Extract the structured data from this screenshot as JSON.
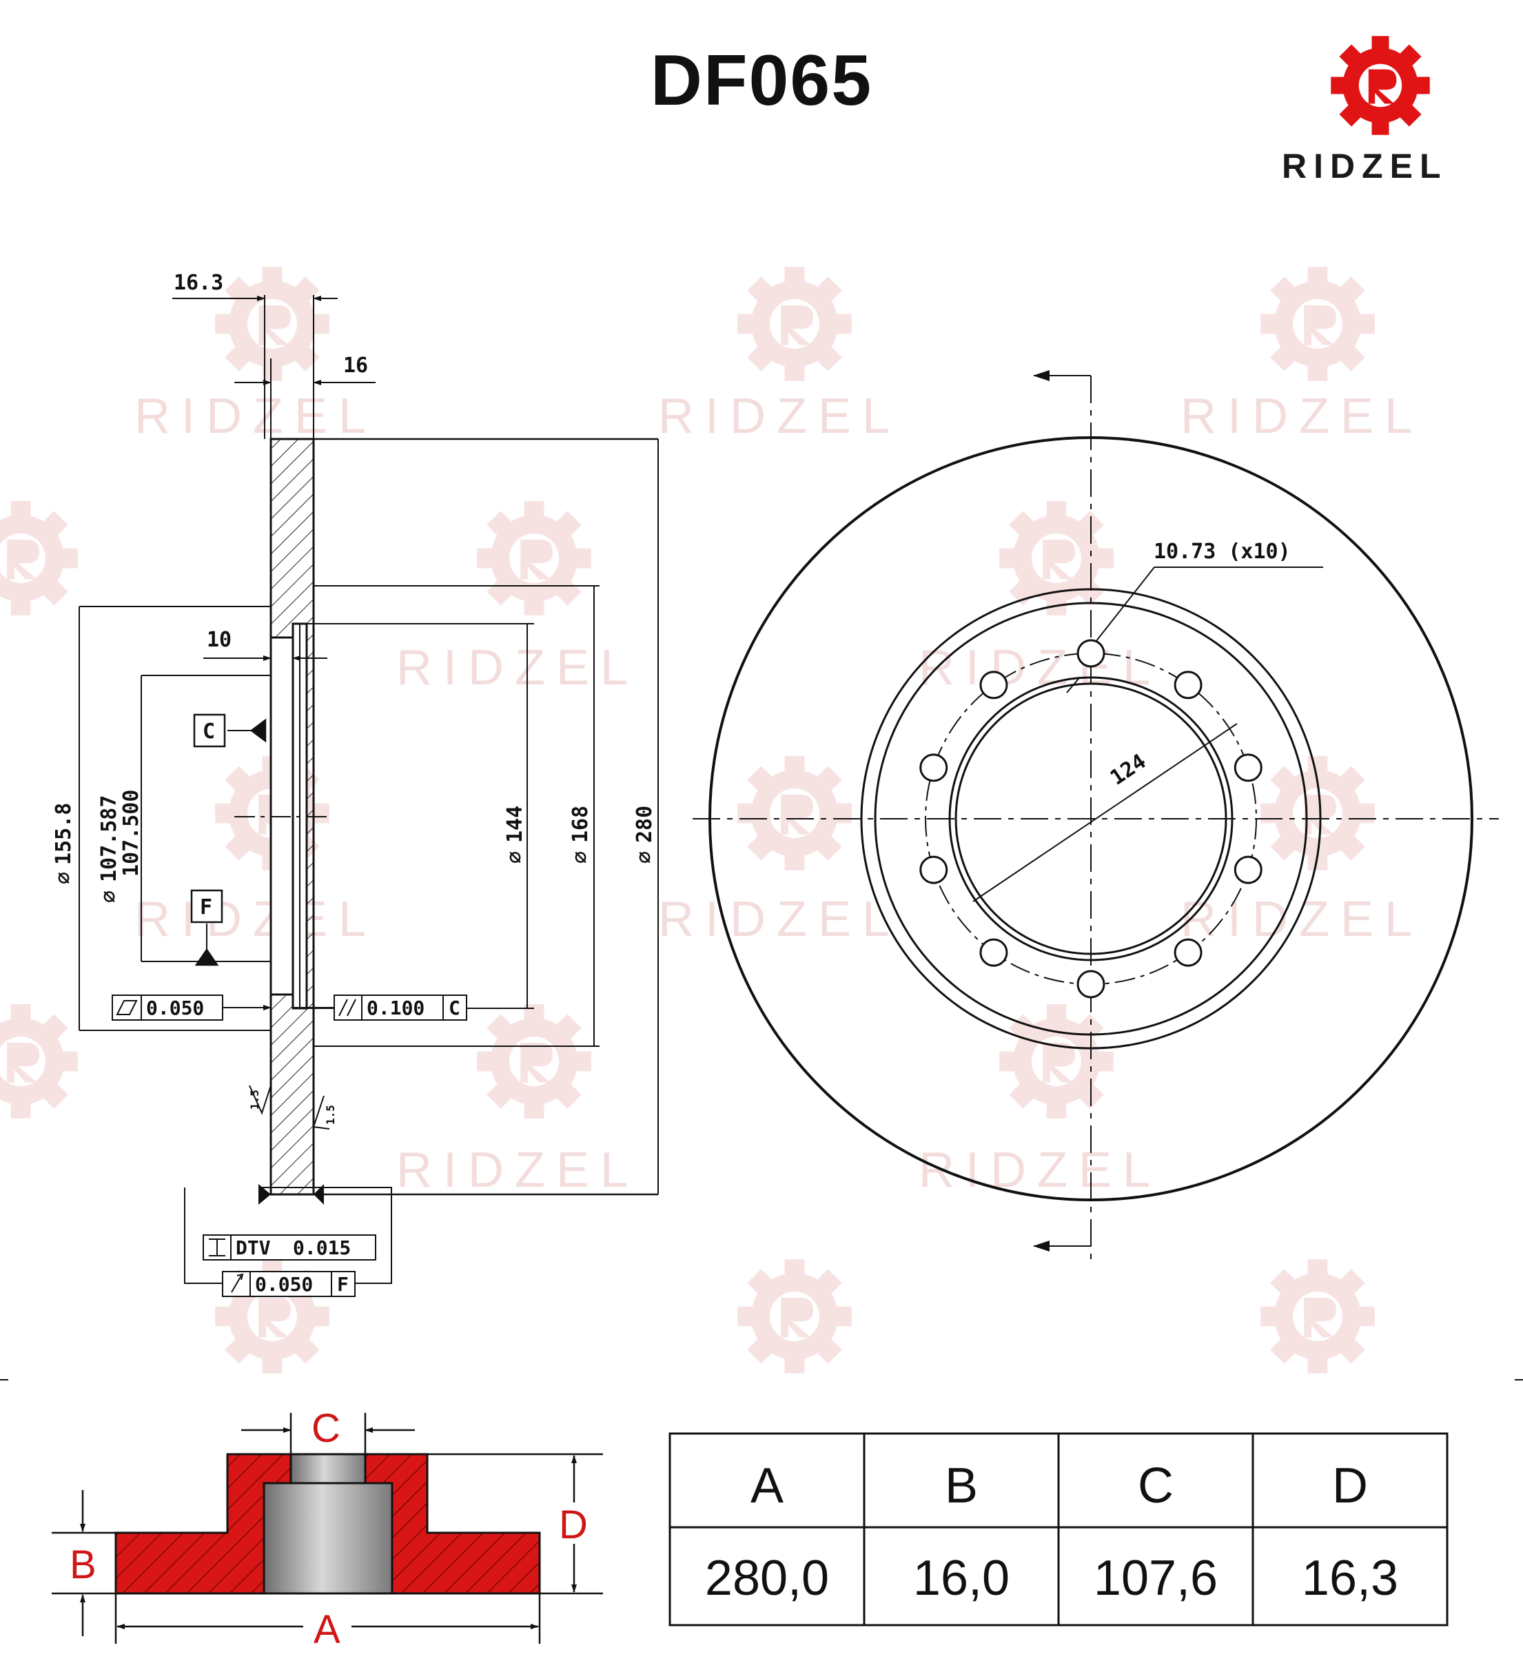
{
  "header": {
    "part_number": "DF065",
    "brand_name": "RIDZEL"
  },
  "watermark": {
    "text": "RIDZEL"
  },
  "drawing": {
    "dim_hub_depth": "16.3",
    "dim_thickness": "16",
    "dim_recess": "10",
    "datum_c": "C",
    "datum_f": "F",
    "dia_155": "155.8",
    "dia_centering_max": "107.587",
    "dia_centering_min": "107.500",
    "dia_144": "144",
    "dia_168": "168",
    "dia_280": "280",
    "flatness": "0.050",
    "parallelism": "0.100",
    "parallelism_ref": "C",
    "dtv_label": "DTV",
    "dtv_value": "0.015",
    "runout": "0.050",
    "runout_ref": "F",
    "bolt_holes": "10.73 (x10)",
    "pcd": "124",
    "roughness_1": "1.5",
    "roughness_2": "1.5"
  },
  "profile_labels": {
    "a": "A",
    "b": "B",
    "c": "C",
    "d": "D"
  },
  "specs_table": {
    "headers": [
      "A",
      "B",
      "C",
      "D"
    ],
    "values": [
      "280,0",
      "16,0",
      "107,6",
      "16,3"
    ]
  },
  "colors": {
    "accent_red": "#d01515",
    "line": "#111111",
    "watermark": "#e8c0c0"
  }
}
